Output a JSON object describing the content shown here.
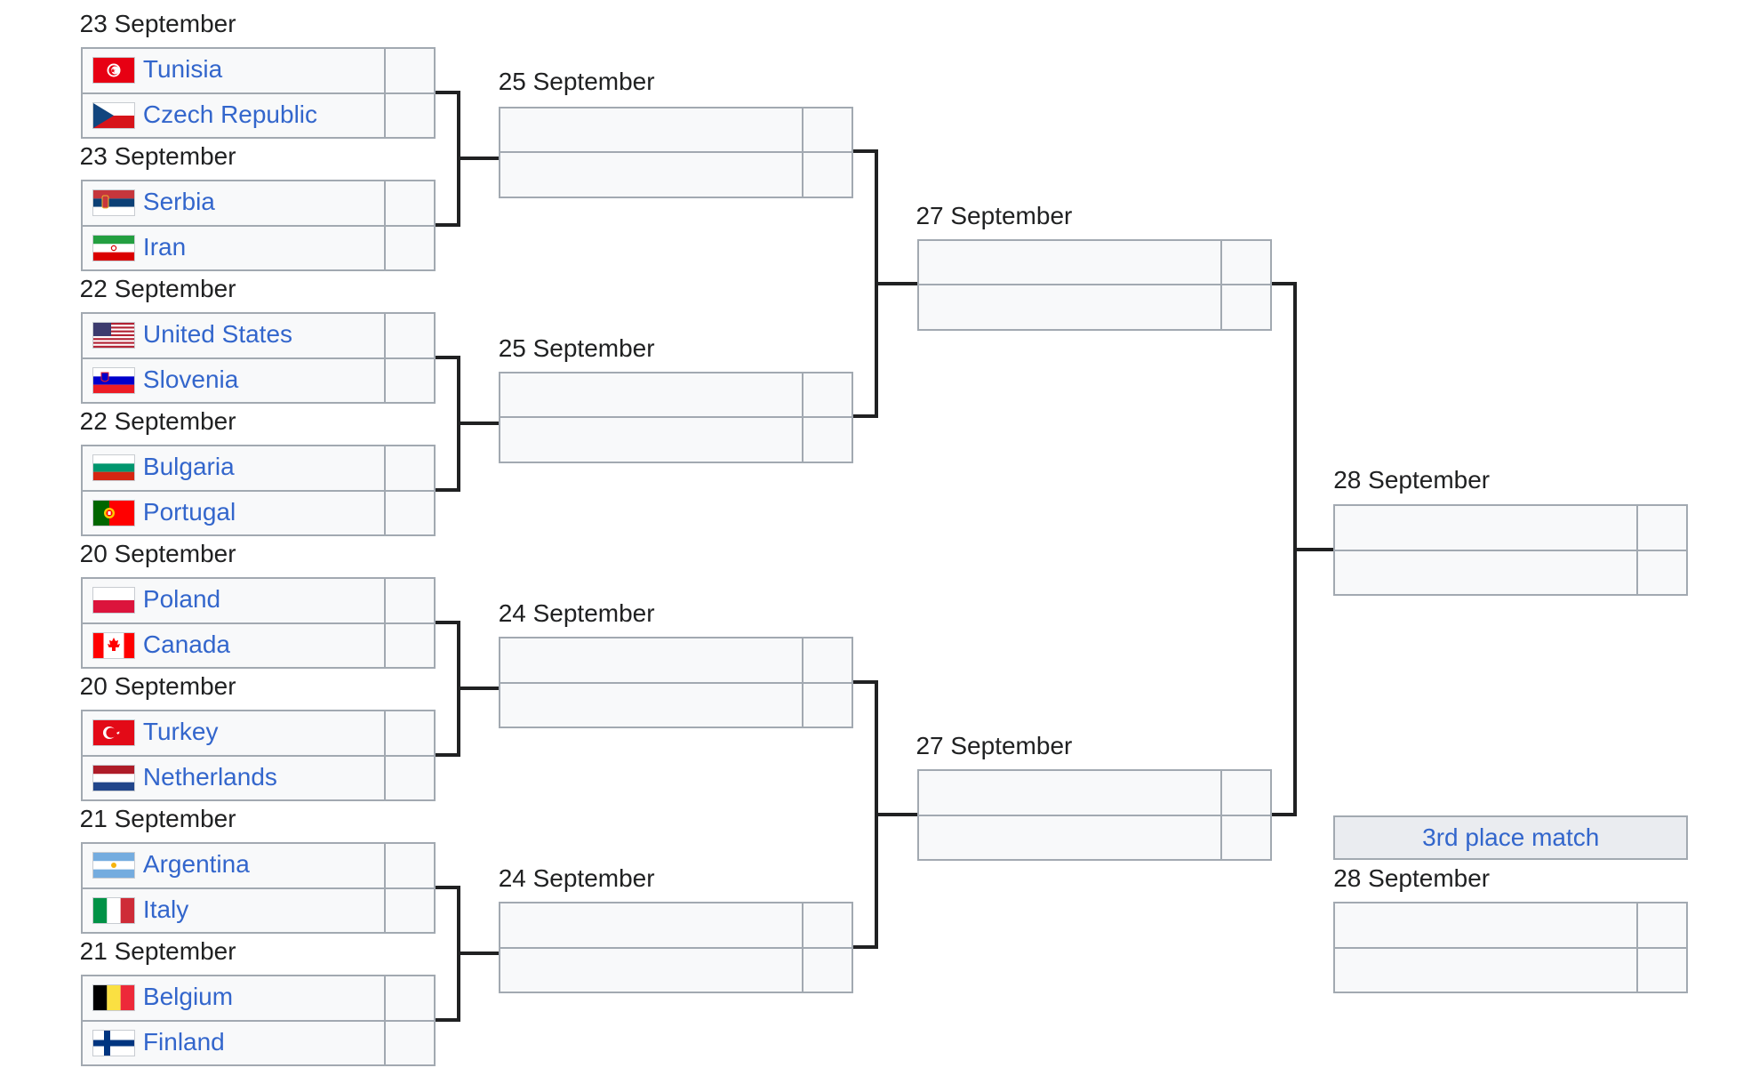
{
  "round_of_16": [
    {
      "date": "23 September",
      "teams": [
        {
          "name": "Tunisia",
          "flag": "tunisia-flag-icon"
        },
        {
          "name": "Czech Republic",
          "flag": "czech-republic-flag-icon"
        }
      ]
    },
    {
      "date": "23 September",
      "teams": [
        {
          "name": "Serbia",
          "flag": "serbia-flag-icon"
        },
        {
          "name": "Iran",
          "flag": "iran-flag-icon"
        }
      ]
    },
    {
      "date": "22 September",
      "teams": [
        {
          "name": "United States",
          "flag": "united-states-flag-icon"
        },
        {
          "name": "Slovenia",
          "flag": "slovenia-flag-icon"
        }
      ]
    },
    {
      "date": "22 September",
      "teams": [
        {
          "name": "Bulgaria",
          "flag": "bulgaria-flag-icon"
        },
        {
          "name": "Portugal",
          "flag": "portugal-flag-icon"
        }
      ]
    },
    {
      "date": "20 September",
      "teams": [
        {
          "name": "Poland",
          "flag": "poland-flag-icon"
        },
        {
          "name": "Canada",
          "flag": "canada-flag-icon"
        }
      ]
    },
    {
      "date": "20 September",
      "teams": [
        {
          "name": "Turkey",
          "flag": "turkey-flag-icon"
        },
        {
          "name": "Netherlands",
          "flag": "netherlands-flag-icon"
        }
      ]
    },
    {
      "date": "21 September",
      "teams": [
        {
          "name": "Argentina",
          "flag": "argentina-flag-icon"
        },
        {
          "name": "Italy",
          "flag": "italy-flag-icon"
        }
      ]
    },
    {
      "date": "21 September",
      "teams": [
        {
          "name": "Belgium",
          "flag": "belgium-flag-icon"
        },
        {
          "name": "Finland",
          "flag": "finland-flag-icon"
        }
      ]
    }
  ],
  "quarterfinals": [
    {
      "date": "25 September"
    },
    {
      "date": "25 September"
    },
    {
      "date": "24 September"
    },
    {
      "date": "24 September"
    }
  ],
  "semifinals": [
    {
      "date": "27 September"
    },
    {
      "date": "27 September"
    }
  ],
  "final": {
    "date": "28 September"
  },
  "third_place": {
    "label": "3rd place match",
    "date": "28 September"
  },
  "colors": {
    "link": "#3366cc",
    "border": "#a2a9b1",
    "cell_bg": "#f8f9fa",
    "connector": "#202122"
  }
}
